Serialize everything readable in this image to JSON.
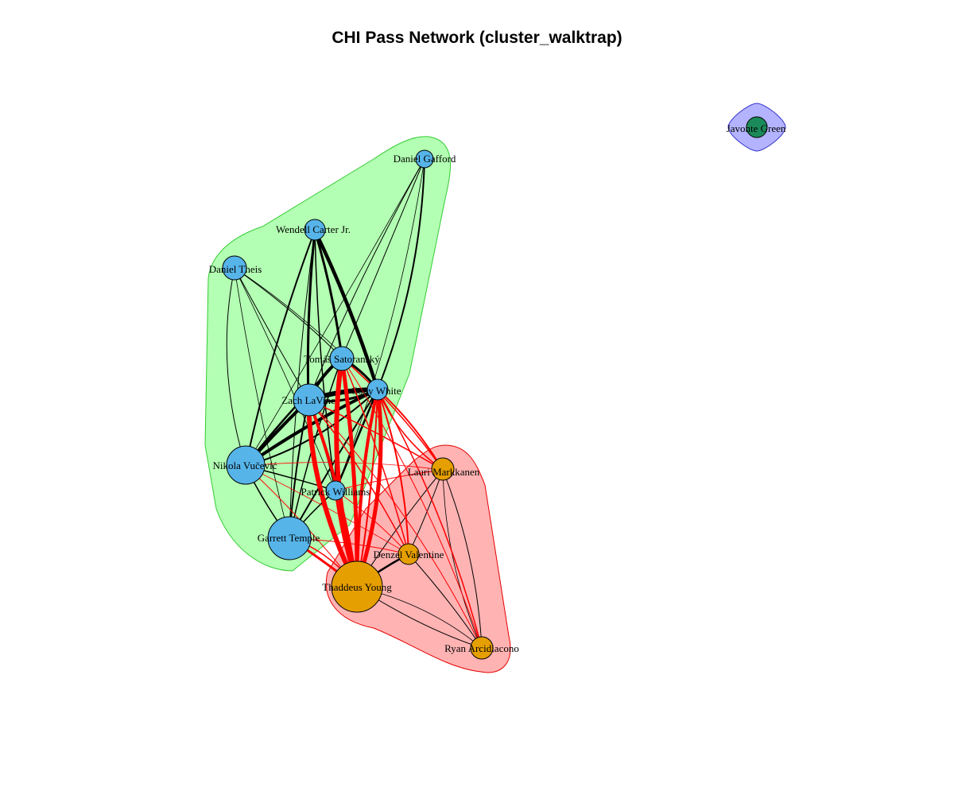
{
  "title": "CHI Pass Network (cluster_walktrap)",
  "colors": {
    "cluster_1_fill": "#b3ffb3",
    "cluster_1_stroke": "#33cc33",
    "cluster_2_fill": "#ffb3b3",
    "cluster_2_stroke": "#e60000",
    "cluster_3_fill": "#b3b3ff",
    "cluster_3_stroke": "#3333cc",
    "node_cluster_1": "#56b4e9",
    "node_cluster_2": "#e69f00",
    "node_cluster_3": "#1b8a5a",
    "edge_within": "#000000",
    "edge_between": "#ff0000"
  },
  "players": [
    {
      "id": "gafford",
      "name": "Daniel Gafford",
      "cluster": 1
    },
    {
      "id": "carter",
      "name": "Wendell Carter Jr.",
      "cluster": 1
    },
    {
      "id": "theis",
      "name": "Daniel Theis",
      "cluster": 1
    },
    {
      "id": "satoransky",
      "name": "Tomáš Satoranský",
      "cluster": 1
    },
    {
      "id": "white",
      "name": "Coby White",
      "cluster": 1
    },
    {
      "id": "lavine",
      "name": "Zach LaVine",
      "cluster": 1
    },
    {
      "id": "vucevic",
      "name": "Nikola Vučević",
      "cluster": 1
    },
    {
      "id": "williams",
      "name": "Patrick Williams",
      "cluster": 1
    },
    {
      "id": "temple",
      "name": "Garrett Temple",
      "cluster": 1
    },
    {
      "id": "markkanen",
      "name": "Lauri Markkanen",
      "cluster": 2
    },
    {
      "id": "valentine",
      "name": "Denzel Valentine",
      "cluster": 2
    },
    {
      "id": "young",
      "name": "Thaddeus Young",
      "cluster": 2
    },
    {
      "id": "arcidiacono",
      "name": "Ryan Arcidiacono",
      "cluster": 2
    },
    {
      "id": "green",
      "name": "Javonte Green",
      "cluster": 3
    }
  ]
}
